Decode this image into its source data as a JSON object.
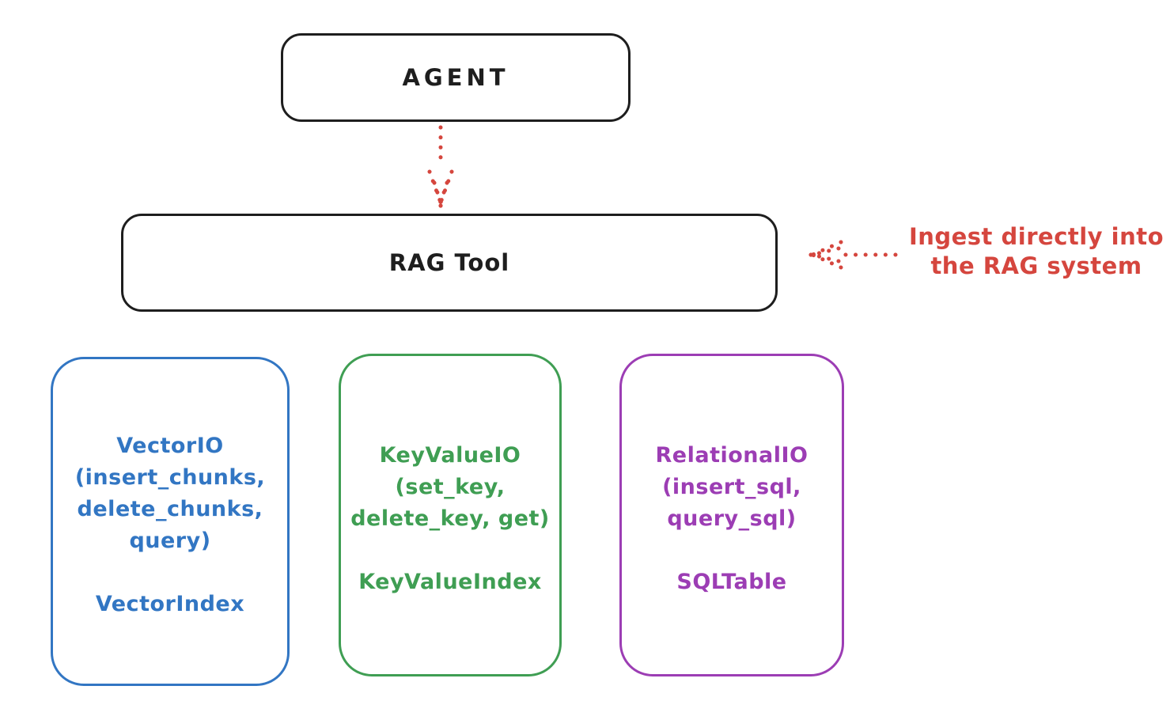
{
  "colors": {
    "ink": "#1e1e1e",
    "red": "#d5463e",
    "blue": "#3276c3",
    "green": "#3f9e53",
    "purple": "#9c3db4"
  },
  "nodes": {
    "agent": {
      "label": "AGENT"
    },
    "rag_tool": {
      "label": "RAG Tool"
    }
  },
  "annotation": {
    "line1": "Ingest directly into",
    "line2": "the RAG system"
  },
  "arrows": {
    "agent_to_rag": {
      "style": "dotted",
      "direction": "down",
      "color": "#d5463e"
    },
    "ingest": {
      "style": "dotted",
      "direction": "left",
      "color": "#d5463e"
    }
  },
  "cards": [
    {
      "id": "vector-io",
      "lines": [
        "VectorIO",
        "(insert_chunks,",
        "delete_chunks,",
        "query)"
      ],
      "index_label": "VectorIndex",
      "color": "#3276c3"
    },
    {
      "id": "keyvalue-io",
      "lines": [
        "KeyValueIO",
        "(set_key,",
        "delete_key, get)"
      ],
      "index_label": "KeyValueIndex",
      "color": "#3f9e53"
    },
    {
      "id": "relational-io",
      "lines": [
        "RelationalIO",
        "(insert_sql,",
        "query_sql)"
      ],
      "index_label": "SQLTable",
      "color": "#9c3db4"
    }
  ]
}
